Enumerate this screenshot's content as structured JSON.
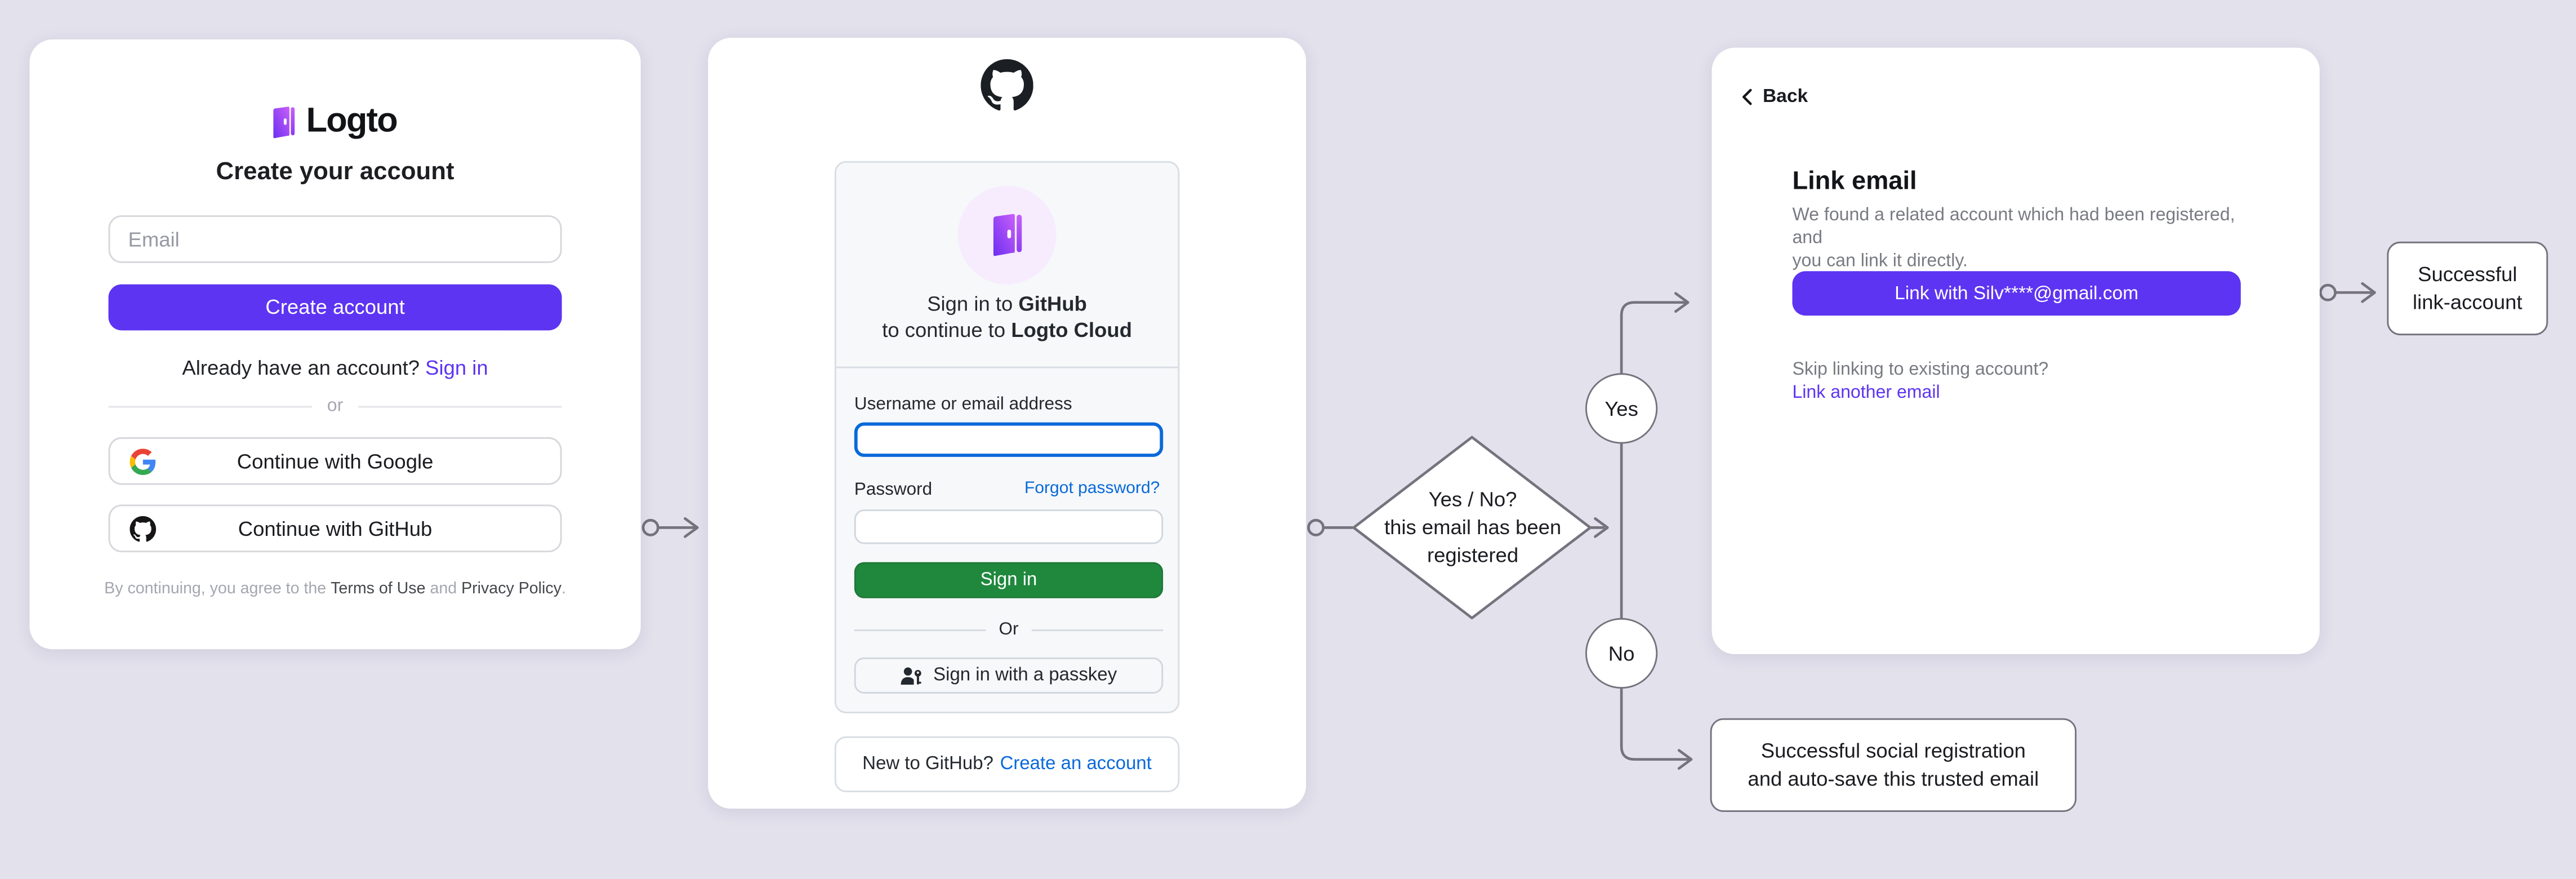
{
  "background": "#e3e1ec",
  "colors": {
    "brand_purple": "#5d34f2",
    "github_green": "#1f883d",
    "link_blue": "#0969da",
    "flow_gray": "#76737e"
  },
  "signup_panel": {
    "logo_text": "Logto",
    "title": "Create your account",
    "email_placeholder": "Email",
    "create_button": "Create account",
    "signin_prompt": "Already have an account?",
    "signin_link": "Sign in",
    "divider": "or",
    "google_button": "Continue with Google",
    "github_button": "Continue with GitHub",
    "terms_prefix": "By continuing, you agree to the ",
    "terms_link_1": "Terms of Use",
    "terms_conj": " and ",
    "terms_link_2": "Privacy Policy",
    "terms_suffix": "."
  },
  "github_panel": {
    "card": {
      "signin_line_prefix": "Sign in to ",
      "signin_line_bold": "GitHub",
      "continue_line_prefix": "to continue to ",
      "continue_line_bold": "Logto Cloud",
      "username_label": "Username or email address",
      "password_label": "Password",
      "forgot_link": "Forgot password?",
      "signin_button": "Sign in",
      "divider": "Or",
      "passkey_button": "Sign in with a passkey"
    },
    "footer_prompt": "New to GitHub?",
    "footer_link": "Create an account"
  },
  "flow": {
    "decision": "Yes / No?\nthis email has been\nregistered",
    "yes": "Yes",
    "no": "No",
    "link_success": "Successful\nlink-account",
    "social_success": "Successful social registration\nand auto-save this trusted email"
  },
  "link_panel": {
    "back": "Back",
    "title": "Link email",
    "description": "We found a related account which had been registered, and\nyou can link it directly.",
    "link_button": "Link with Silv****@gmail.com",
    "skip_prompt": "Skip linking to existing account?",
    "skip_link": "Link another email"
  }
}
